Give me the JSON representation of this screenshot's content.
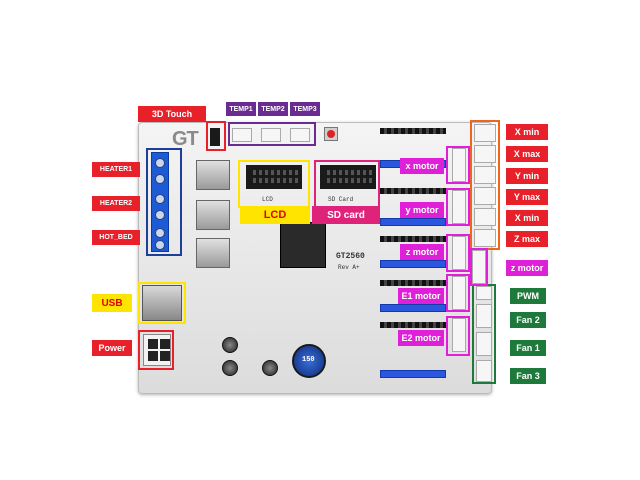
{
  "logo_text": "GT",
  "labels": {
    "touch_3d": "3D Touch",
    "temp1": "TEMP1",
    "temp2": "TEMP2",
    "temp3": "TEMP3",
    "heater1": "HEATER1",
    "heater2": "HEATER2",
    "hot_bed": "HOT_BED",
    "usb": "USB",
    "power": "Power",
    "lcd": "LCD",
    "sd_card": "SD card",
    "x_motor": "x motor",
    "y_motor": "y motor",
    "z_motor": "z motor",
    "e1_motor": "E1 motor",
    "e2_motor": "E2 motor",
    "z_motor_right": "z motor",
    "pwm": "PWM",
    "fan2": "Fan 2",
    "fan1": "Fan 1",
    "fan3": "Fan 3"
  },
  "endstops": [
    "X min",
    "X max",
    "Y min",
    "Y max",
    "X min",
    "Z max"
  ],
  "silkscreen": {
    "mcu": "GT2560",
    "rev": "Rev A+",
    "lcd_header": "LCD",
    "sd_header": "SD Card",
    "capacitor": "150"
  },
  "colors": {
    "red": "#e8202a",
    "purple": "#6a2c91",
    "magenta": "#e020d8",
    "green": "#1e7a3a",
    "yellow": "#ffe400",
    "orange_text": "#f0651e"
  }
}
